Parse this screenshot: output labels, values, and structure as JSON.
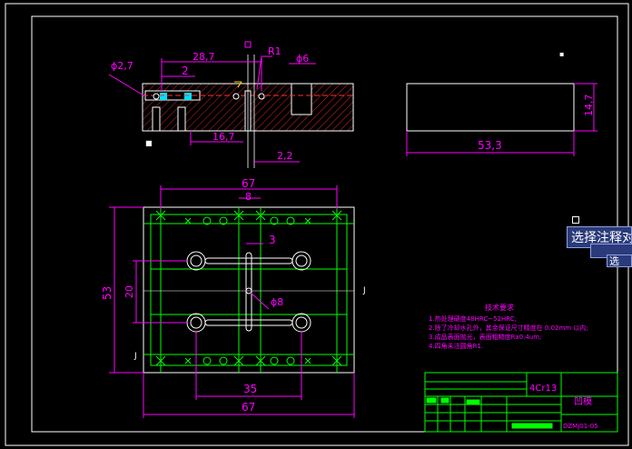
{
  "top_view": {
    "dim_diameter_left": "ϕ2,7",
    "dim_width_top": "28,7",
    "dim_2": "2",
    "dim_r1": "R1",
    "dim_diameter_6": "ϕ6",
    "dim_16_7": "16,7",
    "dim_2_2": "2,2"
  },
  "side_view": {
    "dim_height": "14,7",
    "dim_width": "53,3"
  },
  "plan_view": {
    "dim_top_67": "67",
    "dim_top_8": "8",
    "dim_3": "3",
    "dim_left_53": "53",
    "dim_20": "20",
    "dim_center_hole": "ϕ8",
    "dim_bottom_35": "35",
    "dim_bottom_67": "67"
  },
  "tech_requirements": {
    "title": "技术要求",
    "lines": [
      "1.热处理硬度48HRC~52HRC;",
      "2.除了冷却水孔外，其余保证尺寸精度在 0.02mm  以内;",
      "3.成品表面抛光，表面粗糙度Ra0.4um;",
      "4.四角未注圆角R1."
    ]
  },
  "title_block": {
    "material": "4Cr13",
    "part_name": "凹模",
    "drawing_no": "DZMJ01-05"
  },
  "tooltip": {
    "main": "选择注释对",
    "short": "选"
  }
}
